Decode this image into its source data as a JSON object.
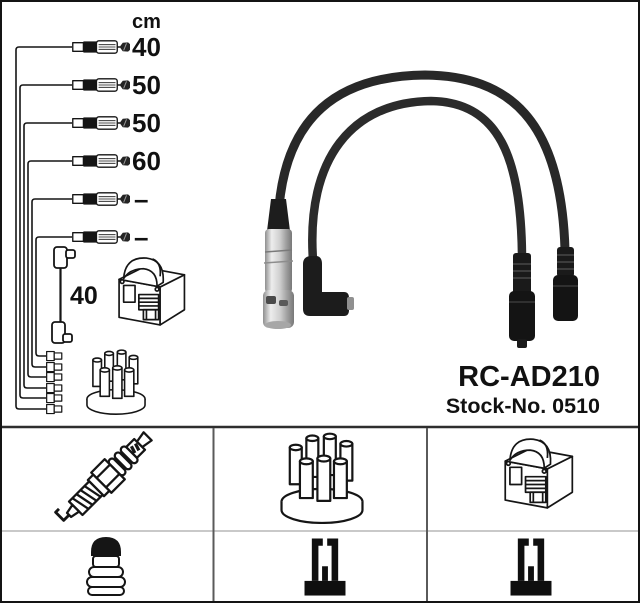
{
  "product": {
    "reference": "RC-AD210",
    "stock_label": "Stock-No. 0510"
  },
  "length_table": {
    "unit": "cm",
    "rows": [
      {
        "length": "40"
      },
      {
        "length": "50"
      },
      {
        "length": "50"
      },
      {
        "length": "60"
      },
      {
        "length": "–"
      },
      {
        "length": "–"
      }
    ],
    "coil_wire_length": "40"
  },
  "icons": {
    "schematic": [
      "lead-wire-drawing",
      "coil-lead-drawing",
      "ignition-coil-drawing",
      "distributor-cap-drawing"
    ],
    "photo": "ignition-cable-set-photo",
    "grid_row1": [
      "spark-plug",
      "distributor-cap",
      "ignition-coil"
    ],
    "grid_row2": [
      "terminal-nut",
      "socket-terminal",
      "socket-terminal"
    ]
  },
  "colors": {
    "line_art": "#151515",
    "cable": "#282828",
    "silver_connector": "#cfcfcf",
    "grid_line": "#5a5a5a",
    "row_divider": "#c9c9c9",
    "background": "#ffffff",
    "text": "#111111"
  }
}
